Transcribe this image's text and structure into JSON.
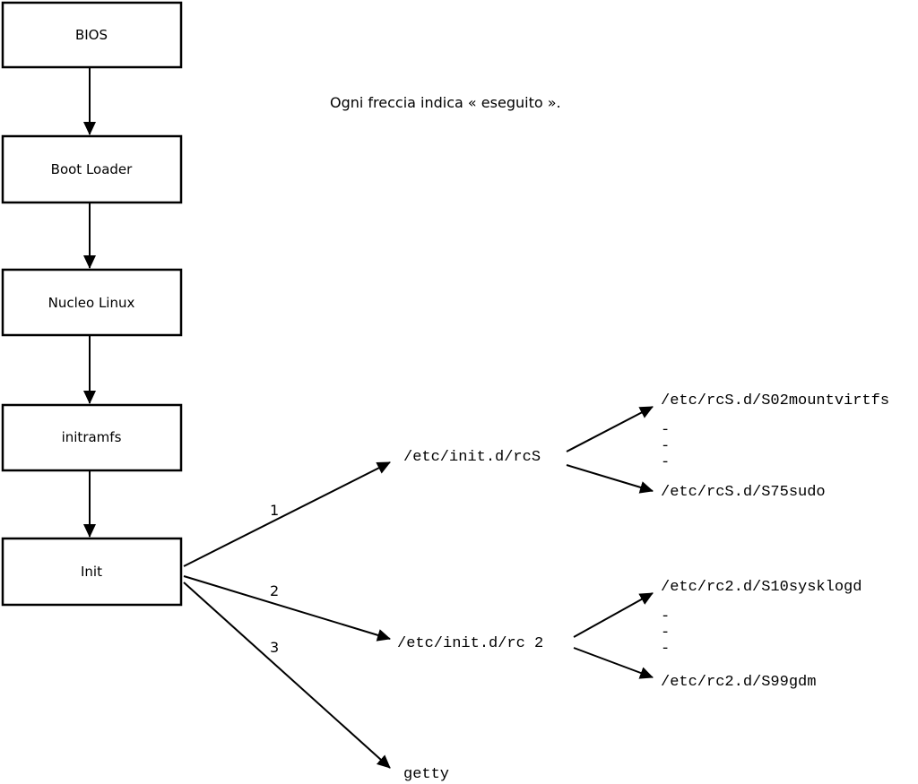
{
  "caption": "Ogni freccia indica « eseguito ».",
  "boot_chain": [
    {
      "label": "BIOS"
    },
    {
      "label": "Boot Loader"
    },
    {
      "label": "Nucleo Linux"
    },
    {
      "label": "initramfs"
    },
    {
      "label": "Init"
    }
  ],
  "init_branches": [
    {
      "number": "1",
      "target": "/etc/init.d/rcS"
    },
    {
      "number": "2",
      "target": "/etc/init.d/rc 2"
    },
    {
      "number": "3",
      "target": "getty"
    }
  ],
  "rcS_scripts": {
    "first": "/etc/rcS.d/S02mountvirtfs",
    "dots": [
      "-",
      "-",
      "-"
    ],
    "last": "/etc/rcS.d/S75sudo"
  },
  "rc2_scripts": {
    "first": "/etc/rc2.d/S10sysklogd",
    "dots": [
      "-",
      "-",
      "-"
    ],
    "last": "/etc/rc2.d/S99gdm"
  }
}
